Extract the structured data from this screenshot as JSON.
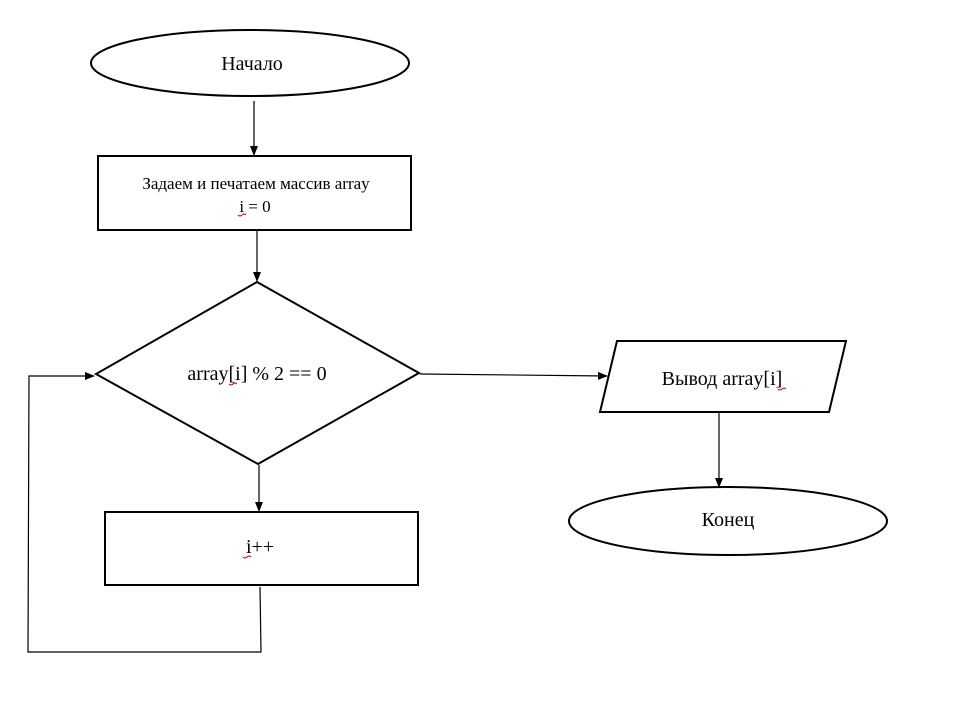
{
  "nodes": {
    "start": {
      "label": "Начало"
    },
    "init": {
      "line1": "Задаем и печатаем массив array",
      "line2": "i = 0"
    },
    "condition": {
      "label": "array[i] % 2 == 0"
    },
    "output": {
      "label": "Вывод array[i]"
    },
    "increment": {
      "label": "i++"
    },
    "end": {
      "label": "Конец"
    }
  },
  "colors": {
    "stroke": "#000000",
    "fill": "#ffffff",
    "spellcheck_underline": "#c00000"
  }
}
